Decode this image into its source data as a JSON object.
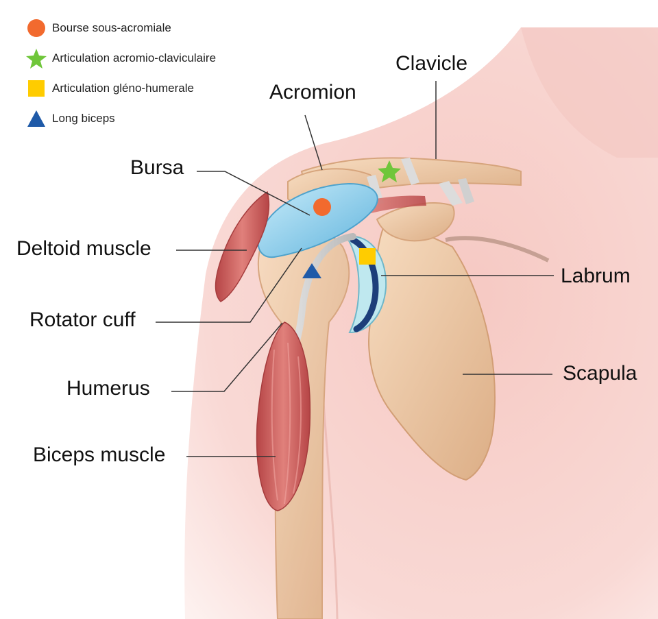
{
  "legend": [
    {
      "text": "Bourse sous-acromiale",
      "color": "#f26a2e",
      "icon": "circle-icon"
    },
    {
      "text": "Articulation acromio-claviculaire",
      "color": "#6fc63a",
      "icon": "star-icon"
    },
    {
      "text": "Articulation gléno-humerale",
      "color": "#ffcc00",
      "icon": "square-icon"
    },
    {
      "text": "Long biceps",
      "color": "#1f5aa8",
      "icon": "triangle-icon"
    }
  ],
  "labels": {
    "acromion": "Acromion",
    "clavicle": "Clavicle",
    "bursa": "Bursa",
    "deltoid": "Deltoid muscle",
    "labrum": "Labrum",
    "rotator_cuff": "Rotator cuff",
    "scapula": "Scapula",
    "humerus": "Humerus",
    "biceps": "Biceps muscle"
  },
  "colors": {
    "skin": "#f8d3cf",
    "bone": "#efc9a6",
    "muscle": "#cf5d5c",
    "bursa": "#8fd0ee",
    "labrum": "#1c3e7a",
    "cartilage": "#bfe8ef"
  }
}
